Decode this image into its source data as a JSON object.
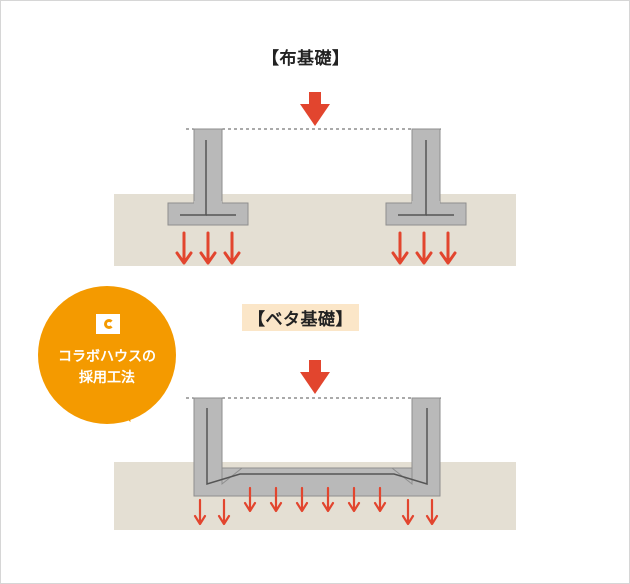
{
  "diagrams": {
    "nuno_kiso": {
      "title": "【布基礎】"
    },
    "beta_kiso": {
      "title": "【ベタ基礎】"
    }
  },
  "badge": {
    "line1": "コラボハウスの",
    "line2": "採用工法",
    "icon": "collabo-logo-icon"
  },
  "colors": {
    "arrow_red": "#e2452e",
    "ground": "#e4dfd3",
    "concrete": "#b9b9b9",
    "concrete_edge": "#8e8e8e",
    "badge_orange": "#f49a00",
    "highlight": "#fbe6c8"
  }
}
